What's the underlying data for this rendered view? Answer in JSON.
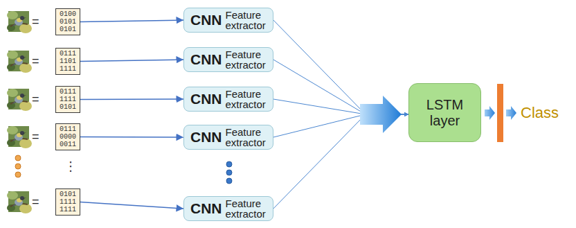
{
  "diagram": {
    "nodes": [
      {
        "text": [
          "0100 0101 0101"
        ]
      },
      {
        "text": [
          "0111 1101 1111"
        ]
      },
      {
        "text": [
          "0111 1111 0101"
        ]
      },
      {
        "text": [
          "0111 0000 0011"
        ]
      },
      {
        "text": [
          "0101 1111 1111"
        ]
      },
      {
        "text": [
          "CNN",
          "Feature extractor"
        ]
      },
      {
        "text": [
          "CNN",
          "Feature extractor"
        ]
      },
      {
        "text": [
          "CNN",
          "Feature extractor"
        ]
      },
      {
        "text": [
          "CNN",
          "Feature extractor"
        ]
      },
      {
        "text": [
          "CNN",
          "Feature extractor"
        ]
      },
      {
        "text": [
          "LSTM layer"
        ]
      }
    ],
    "edges": [
      {
        "from": 0,
        "to": 5,
        "arrow": "to"
      },
      {
        "from": 1,
        "to": 6,
        "arrow": "to"
      },
      {
        "from": 2,
        "to": 7,
        "arrow": "to"
      },
      {
        "from": 3,
        "to": 8,
        "arrow": "to"
      },
      {
        "from": 4,
        "to": 9,
        "arrow": "to"
      },
      {
        "from": 5,
        "to": 10,
        "arrow": "to"
      },
      {
        "from": 6,
        "to": 10,
        "arrow": "to"
      },
      {
        "from": 7,
        "to": 10,
        "arrow": "to"
      },
      {
        "from": 8,
        "to": 10,
        "arrow": "to"
      },
      {
        "from": 9,
        "to": 10,
        "arrow": "to"
      }
    ],
    "labels": [
      "=",
      "=",
      "=",
      "=",
      "=",
      "⋮",
      "Class"
    ]
  }
}
